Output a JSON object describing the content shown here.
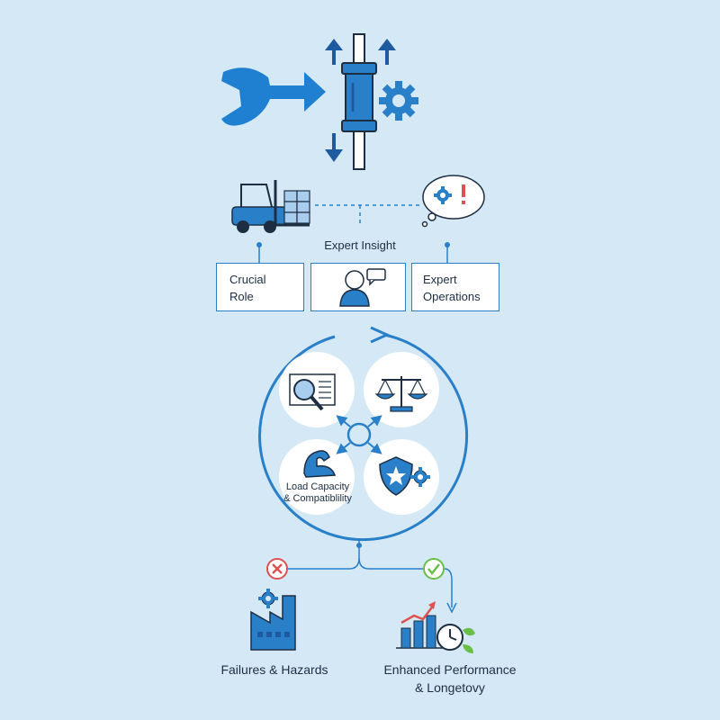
{
  "colors": {
    "background": "#d4e9f5",
    "primary": "#2a7fc9",
    "dark": "#1d5aa0",
    "failure": "#e05050",
    "success": "#6abf4b"
  },
  "header": {
    "expert_insight": "Expert Insight"
  },
  "boxes": {
    "left": "Crucial\nRole",
    "center_icon": "person-chat-icon",
    "right": "Expert\nOperations"
  },
  "cycle": {
    "items": [
      {
        "icon": "inspection-search-icon"
      },
      {
        "icon": "balance-scale-icon"
      },
      {
        "icon": "strength-arm-icon",
        "label": "Load Capacity\n& Compatiblility"
      },
      {
        "icon": "shield-gear-icon"
      }
    ]
  },
  "outcomes": {
    "failure": {
      "label": "Failures & Hazards",
      "status_icon": "x-circle-icon",
      "icon": "factory-gear-icon"
    },
    "success": {
      "label": "Enhanced Performance\n& Longetovy",
      "status_icon": "check-circle-icon",
      "icon": "growth-chart-clock-icon"
    }
  }
}
